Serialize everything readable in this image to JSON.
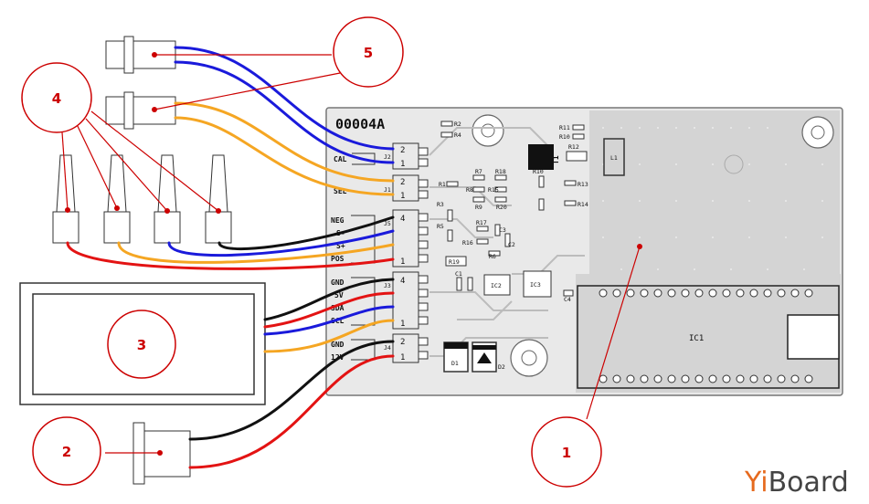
{
  "board": {
    "id": "00004A",
    "connectors": {
      "cal": {
        "label": "CAL",
        "ref": "J2"
      },
      "sel": {
        "label": "SEL",
        "ref": "J1"
      },
      "sensor": {
        "ref": "J5",
        "pins": [
          "NEG",
          "S-",
          "S+",
          "POS"
        ]
      },
      "display": {
        "ref": "J3",
        "pins": [
          "GND",
          "5V",
          "SDA",
          "SCL"
        ]
      },
      "power": {
        "ref": "J4",
        "pins": [
          "GND",
          "12V"
        ]
      }
    },
    "pin_numbers": {
      "one": "1",
      "two": "2",
      "four": "4"
    },
    "components": {
      "ic1": "IC1",
      "ic2": "IC2",
      "ic3": "IC3",
      "d1": "D1",
      "d2": "D2",
      "t1": "T1",
      "r1": "R1",
      "r2": "R2",
      "r3": "R3",
      "r4": "R4",
      "r5": "R5",
      "r6": "R6",
      "r7": "R7",
      "r8": "R8",
      "r9": "R9",
      "r10": "R10",
      "r11": "R11",
      "r12": "R12",
      "r13": "R13",
      "r14": "R14",
      "r15": "R15",
      "r16": "R16",
      "r17": "R17",
      "r18": "R18",
      "r19": "R19",
      "r20": "R20",
      "c1": "C1",
      "c2": "C2",
      "c3": "C3",
      "c4": "C4",
      "l1": "L1"
    }
  },
  "callouts": {
    "c1": "1",
    "c2": "2",
    "c3": "3",
    "c4": "4",
    "c5": "5"
  },
  "brand": {
    "y": "Yi",
    "rest": "Board"
  },
  "colors": {
    "callout": "#cc0000",
    "wire_blue": "#1a1adb",
    "wire_orange": "#f5a623",
    "wire_red": "#e31313",
    "wire_black": "#111111",
    "board": "#e6e6e6",
    "ground_fill": "#d3d3d3"
  }
}
